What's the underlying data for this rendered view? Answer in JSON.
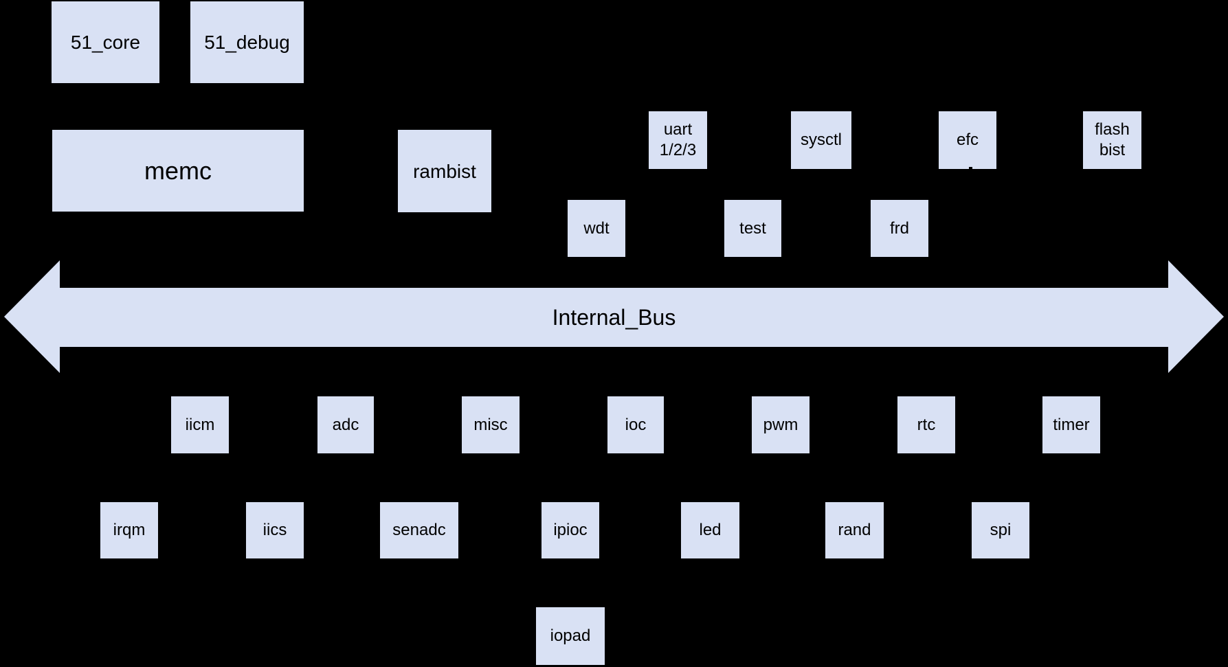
{
  "colors": {
    "background": "#000000",
    "block_fill": "#d9e1f4",
    "text": "#000000"
  },
  "bus": {
    "label": "Internal_Bus"
  },
  "blocks": {
    "core_51": {
      "label": "51_core"
    },
    "debug_51": {
      "label": "51_debug"
    },
    "memc": {
      "label": "memc"
    },
    "rambist": {
      "label": "rambist"
    },
    "uart123": {
      "line1": "uart",
      "line2": "1/2/3"
    },
    "sysctl": {
      "label": "sysctl"
    },
    "efc": {
      "label": "efc"
    },
    "flash_bist": {
      "line1": "flash",
      "line2": "bist"
    },
    "wdt": {
      "label": "wdt"
    },
    "test": {
      "label": "test"
    },
    "frd": {
      "label": "frd"
    },
    "iicm": {
      "label": "iicm"
    },
    "adc": {
      "label": "adc"
    },
    "misc": {
      "label": "misc"
    },
    "ioc": {
      "label": "ioc"
    },
    "pwm": {
      "label": "pwm"
    },
    "rtc": {
      "label": "rtc"
    },
    "timer": {
      "label": "timer"
    },
    "irqm": {
      "label": "irqm"
    },
    "iics": {
      "label": "iics"
    },
    "senadc": {
      "label": "senadc"
    },
    "ipioc": {
      "label": "ipioc"
    },
    "led": {
      "label": "led"
    },
    "rand": {
      "label": "rand"
    },
    "spi": {
      "label": "spi"
    },
    "iopad": {
      "label": "iopad"
    }
  }
}
